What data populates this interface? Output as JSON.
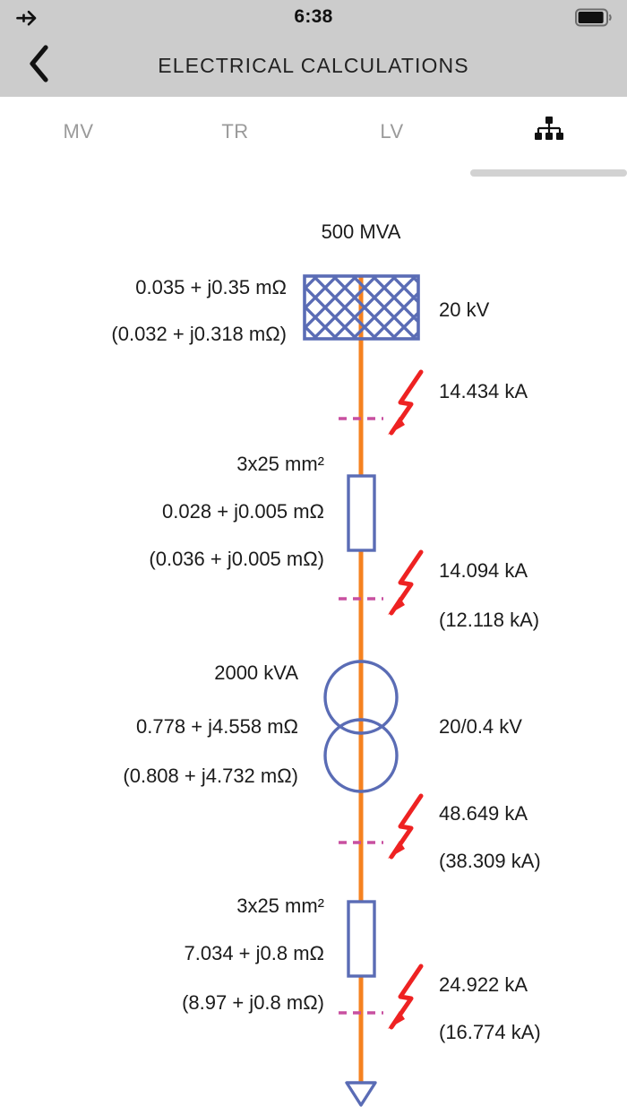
{
  "status_bar": {
    "airplane_icon": "airplane-mode-icon",
    "time": "6:38",
    "battery_icon": "battery-icon",
    "battery_level_pct": 85
  },
  "nav_bar": {
    "back_icon": "chevron-left-icon",
    "title": "ELECTRICAL CALCULATIONS"
  },
  "tabs": [
    {
      "label": "MV",
      "active": false
    },
    {
      "label": "TR",
      "active": false
    },
    {
      "label": "LV",
      "active": false
    },
    {
      "label": "",
      "icon": "sitemap-icon",
      "active": true
    }
  ],
  "colors": {
    "line": "#f58220",
    "symbol": "#5a6cb5",
    "fault": "#ee2222",
    "bus": "#c850a0",
    "header_bg": "#cccccc",
    "tab_inactive": "#9a9a9a",
    "indicator": "#d2d2d2"
  },
  "diagram": {
    "title": "500 MVA",
    "nodes": [
      {
        "id": "grid-source",
        "symbol": "grid-network-symbol",
        "left_labels": [
          "0.035 + j0.35 mΩ",
          "(0.032 + j0.318 mΩ)"
        ],
        "right_labels": [
          "20 kV"
        ]
      },
      {
        "id": "fault-1",
        "symbol": "fault-arrow-icon",
        "right_labels": [
          "14.434 kA"
        ]
      },
      {
        "id": "cable-mv",
        "symbol": "impedance-box-symbol",
        "left_labels": [
          "3x25 mm²",
          "0.028 + j0.005 mΩ",
          "(0.036 + j0.005 mΩ)"
        ],
        "right_labels": []
      },
      {
        "id": "fault-2",
        "symbol": "fault-arrow-icon",
        "right_labels": [
          "14.094 kA",
          "(12.118 kA)"
        ]
      },
      {
        "id": "transformer",
        "symbol": "transformer-symbol",
        "left_labels": [
          "2000 kVA",
          "0.778 + j4.558 mΩ",
          "(0.808 + j4.732 mΩ)"
        ],
        "right_labels": [
          "20/0.4 kV"
        ]
      },
      {
        "id": "fault-3",
        "symbol": "fault-arrow-icon",
        "right_labels": [
          "48.649 kA",
          "(38.309 kA)"
        ]
      },
      {
        "id": "cable-lv",
        "symbol": "impedance-box-symbol",
        "left_labels": [
          "3x25 mm²",
          "7.034 + j0.8 mΩ",
          "(8.97 + j0.8 mΩ)"
        ],
        "right_labels": []
      },
      {
        "id": "fault-4",
        "symbol": "fault-arrow-icon",
        "right_labels": [
          "24.922 kA",
          "(16.774 kA)"
        ]
      },
      {
        "id": "load-terminal",
        "symbol": "load-arrow-symbol"
      }
    ],
    "labels": {
      "source_rating": "500 MVA",
      "source_z1": "0.035 + j0.35 mΩ",
      "source_z2": "(0.032 + j0.318 mΩ)",
      "source_voltage": "20 kV",
      "fault1_current": "14.434 kA",
      "cable1_size": "3x25 mm²",
      "cable1_z1": "0.028 + j0.005 mΩ",
      "cable1_z2": "(0.036 + j0.005 mΩ)",
      "fault2_current1": "14.094 kA",
      "fault2_current2": "(12.118 kA)",
      "tr_rating": "2000 kVA",
      "tr_z1": "0.778 + j4.558 mΩ",
      "tr_z2": "(0.808 + j4.732 mΩ)",
      "tr_voltage": "20/0.4 kV",
      "fault3_current1": "48.649 kA",
      "fault3_current2": "(38.309 kA)",
      "cable2_size": "3x25 mm²",
      "cable2_z1": "7.034 + j0.8 mΩ",
      "cable2_z2": "(8.97 + j0.8 mΩ)",
      "fault4_current1": "24.922 kA",
      "fault4_current2": "(16.774 kA)"
    }
  }
}
